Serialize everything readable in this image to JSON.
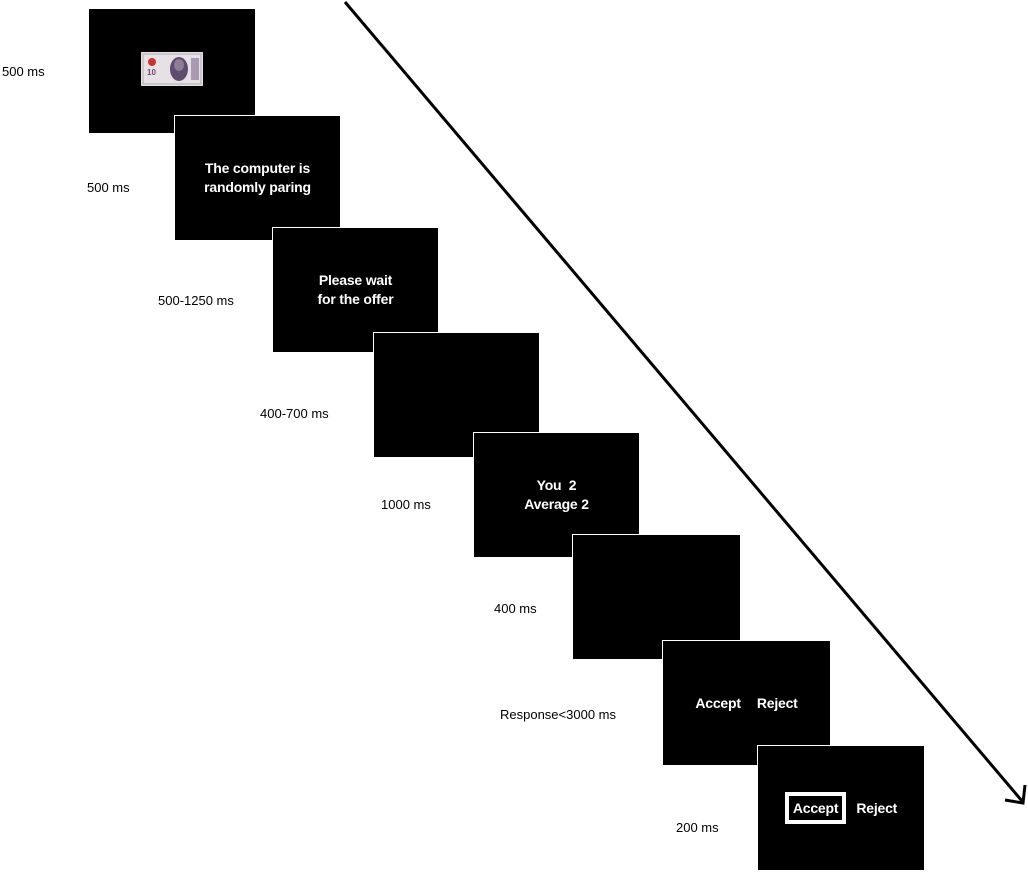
{
  "steps": [
    {
      "id": "money",
      "timing": "500 ms",
      "lines": []
    },
    {
      "id": "pairing",
      "timing": "500 ms",
      "lines": [
        "The computer is",
        "randomly paring"
      ]
    },
    {
      "id": "wait",
      "timing": "500-1250 ms",
      "lines": [
        "Please wait",
        "for the offer"
      ]
    },
    {
      "id": "blank1",
      "timing": "400-700 ms",
      "lines": []
    },
    {
      "id": "offer",
      "timing": "1000 ms",
      "lines": [
        "You  2",
        "Average 2"
      ]
    },
    {
      "id": "blank2",
      "timing": "400 ms",
      "lines": []
    },
    {
      "id": "response",
      "timing": "Response<3000 ms",
      "choices": [
        "Accept",
        "Reject"
      ]
    },
    {
      "id": "feedback",
      "timing": "200 ms",
      "choices": [
        "Accept",
        "Reject"
      ],
      "selected": "Accept"
    }
  ],
  "banknote": {
    "denomination": "10",
    "icon": "rmb-banknote-icon"
  },
  "colors": {
    "screen": "#000000",
    "text": "#ffffff",
    "arrow": "#000000"
  }
}
